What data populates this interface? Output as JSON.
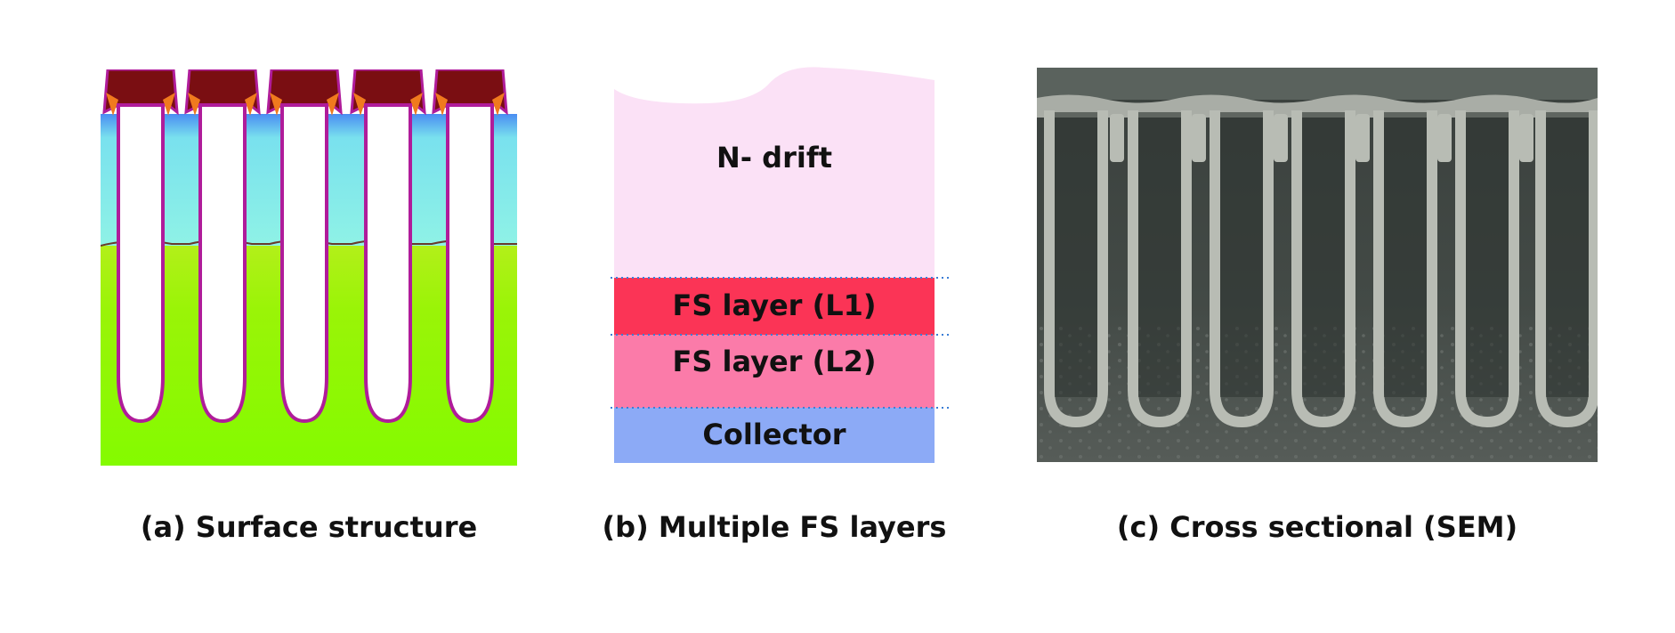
{
  "panels": {
    "a": {
      "caption": "(a) Surface structure"
    },
    "b": {
      "caption": "(b) Multiple FS layers",
      "layers": [
        {
          "label": "N- drift",
          "color": "#fbe1f6"
        },
        {
          "label": "FS layer (L1)",
          "color": "#fb3456"
        },
        {
          "label": "FS layer (L2)",
          "color": "#fb7ba9"
        },
        {
          "label": "Collector",
          "color": "#8caaf6"
        }
      ]
    },
    "c": {
      "caption": "(c) Cross sectional (SEM)"
    }
  },
  "colors": {
    "trench_fill": "#ffffff",
    "trench_outline": "#b01c9a",
    "gate_top": "#7a0e12",
    "upper_region": "#86f0ec",
    "top_band": "#4a8df2",
    "lower_region": "#8ef800",
    "divider_dots": "#3b7ed6",
    "sem_dark": "#3b433e",
    "sem_light": "#b8bcb4"
  },
  "icons": [
    "trench-icon"
  ]
}
